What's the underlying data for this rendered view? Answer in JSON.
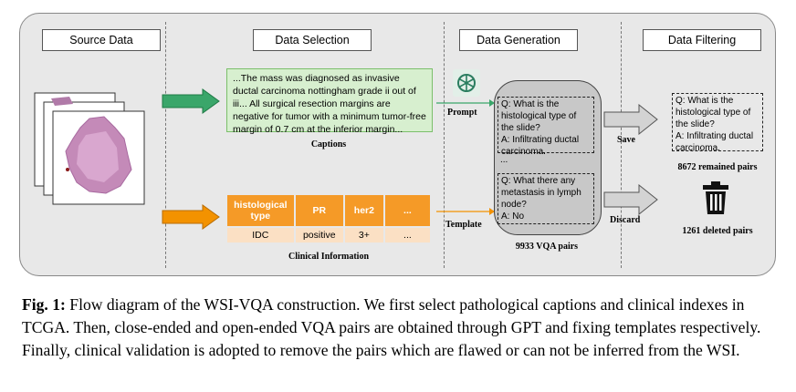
{
  "stages": [
    "Source Data",
    "Data Selection",
    "Data Generation",
    "Data Filtering"
  ],
  "captions_box": {
    "text": "...The mass was diagnosed as invasive ductal carcinoma nottingham grade ii out of iii... All surgical resection margins are negative for tumor with a minimum tumor-free margin of 0.7 cm at the inferior margin...",
    "label": "Captions"
  },
  "clinical": {
    "headers": [
      "histological type",
      "PR",
      "her2",
      "..."
    ],
    "values": [
      "IDC",
      "positive",
      "3+",
      "..."
    ],
    "label": "Clinical Information"
  },
  "arrow_labels": {
    "prompt": "Prompt",
    "template": "Template",
    "save": "Save",
    "discard": "Discard"
  },
  "generation": {
    "qa1": "Q: What is the histological type of the slide?\nA: Infiltrating ductal carcinoma.",
    "ellipsis": "...",
    "qa2": "Q: What there any metastasis in lymph node?\nA: No",
    "count_label": "9933 VQA pairs"
  },
  "filtering": {
    "qa": "Q: What is the histological type of the slide?\nA: Infiltrating ductal carcinoma.",
    "remained_label": "8672 remained pairs",
    "deleted_label": "1261 deleted pairs"
  },
  "figure_caption": {
    "fig_label": "Fig. 1:",
    "text": "Flow diagram of the WSI-VQA construction. We first select pathological captions and clinical indexes in TCGA. Then, close-ended and open-ended VQA pairs are obtained through GPT and fixing templates respectively. Finally, clinical validation is adopted to remove the pairs which are flawed or can not be inferred from the WSI."
  },
  "colors": {
    "green": "#3aa66a",
    "orange": "#f39200",
    "grey_arrow": "#d3d3d3",
    "panel": "#e8e8e8"
  }
}
